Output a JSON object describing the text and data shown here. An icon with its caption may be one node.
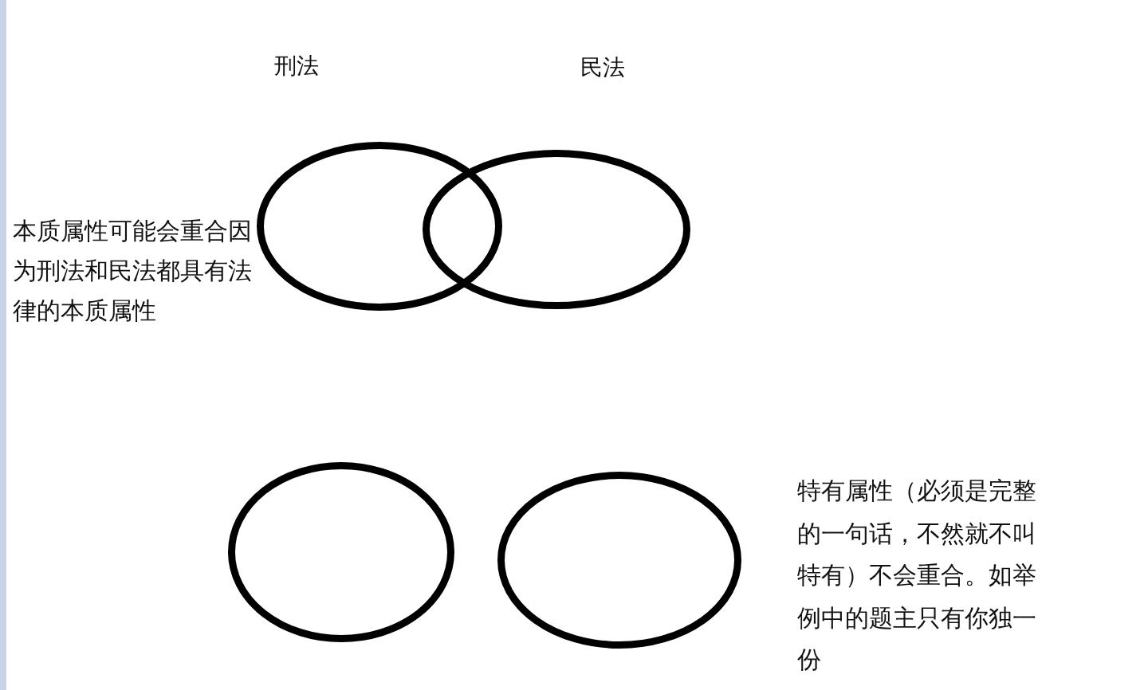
{
  "diagram": {
    "nodes": [
      {
        "text": [],
        "shape": "ellipse",
        "beside": [
          "刑法"
        ]
      },
      {
        "text": [],
        "shape": "ellipse",
        "beside": [
          "民法"
        ]
      },
      {
        "text": [],
        "shape": "ellipse"
      },
      {
        "text": [],
        "shape": "ellipse"
      }
    ],
    "labels": [
      "本质属性可能会重合因为刑法和民法都具有法律的本质属性",
      "特有属性（必须是完整的一句话，不然就不叫特有）不会重合。如举例中的题主只有你独一份"
    ]
  }
}
